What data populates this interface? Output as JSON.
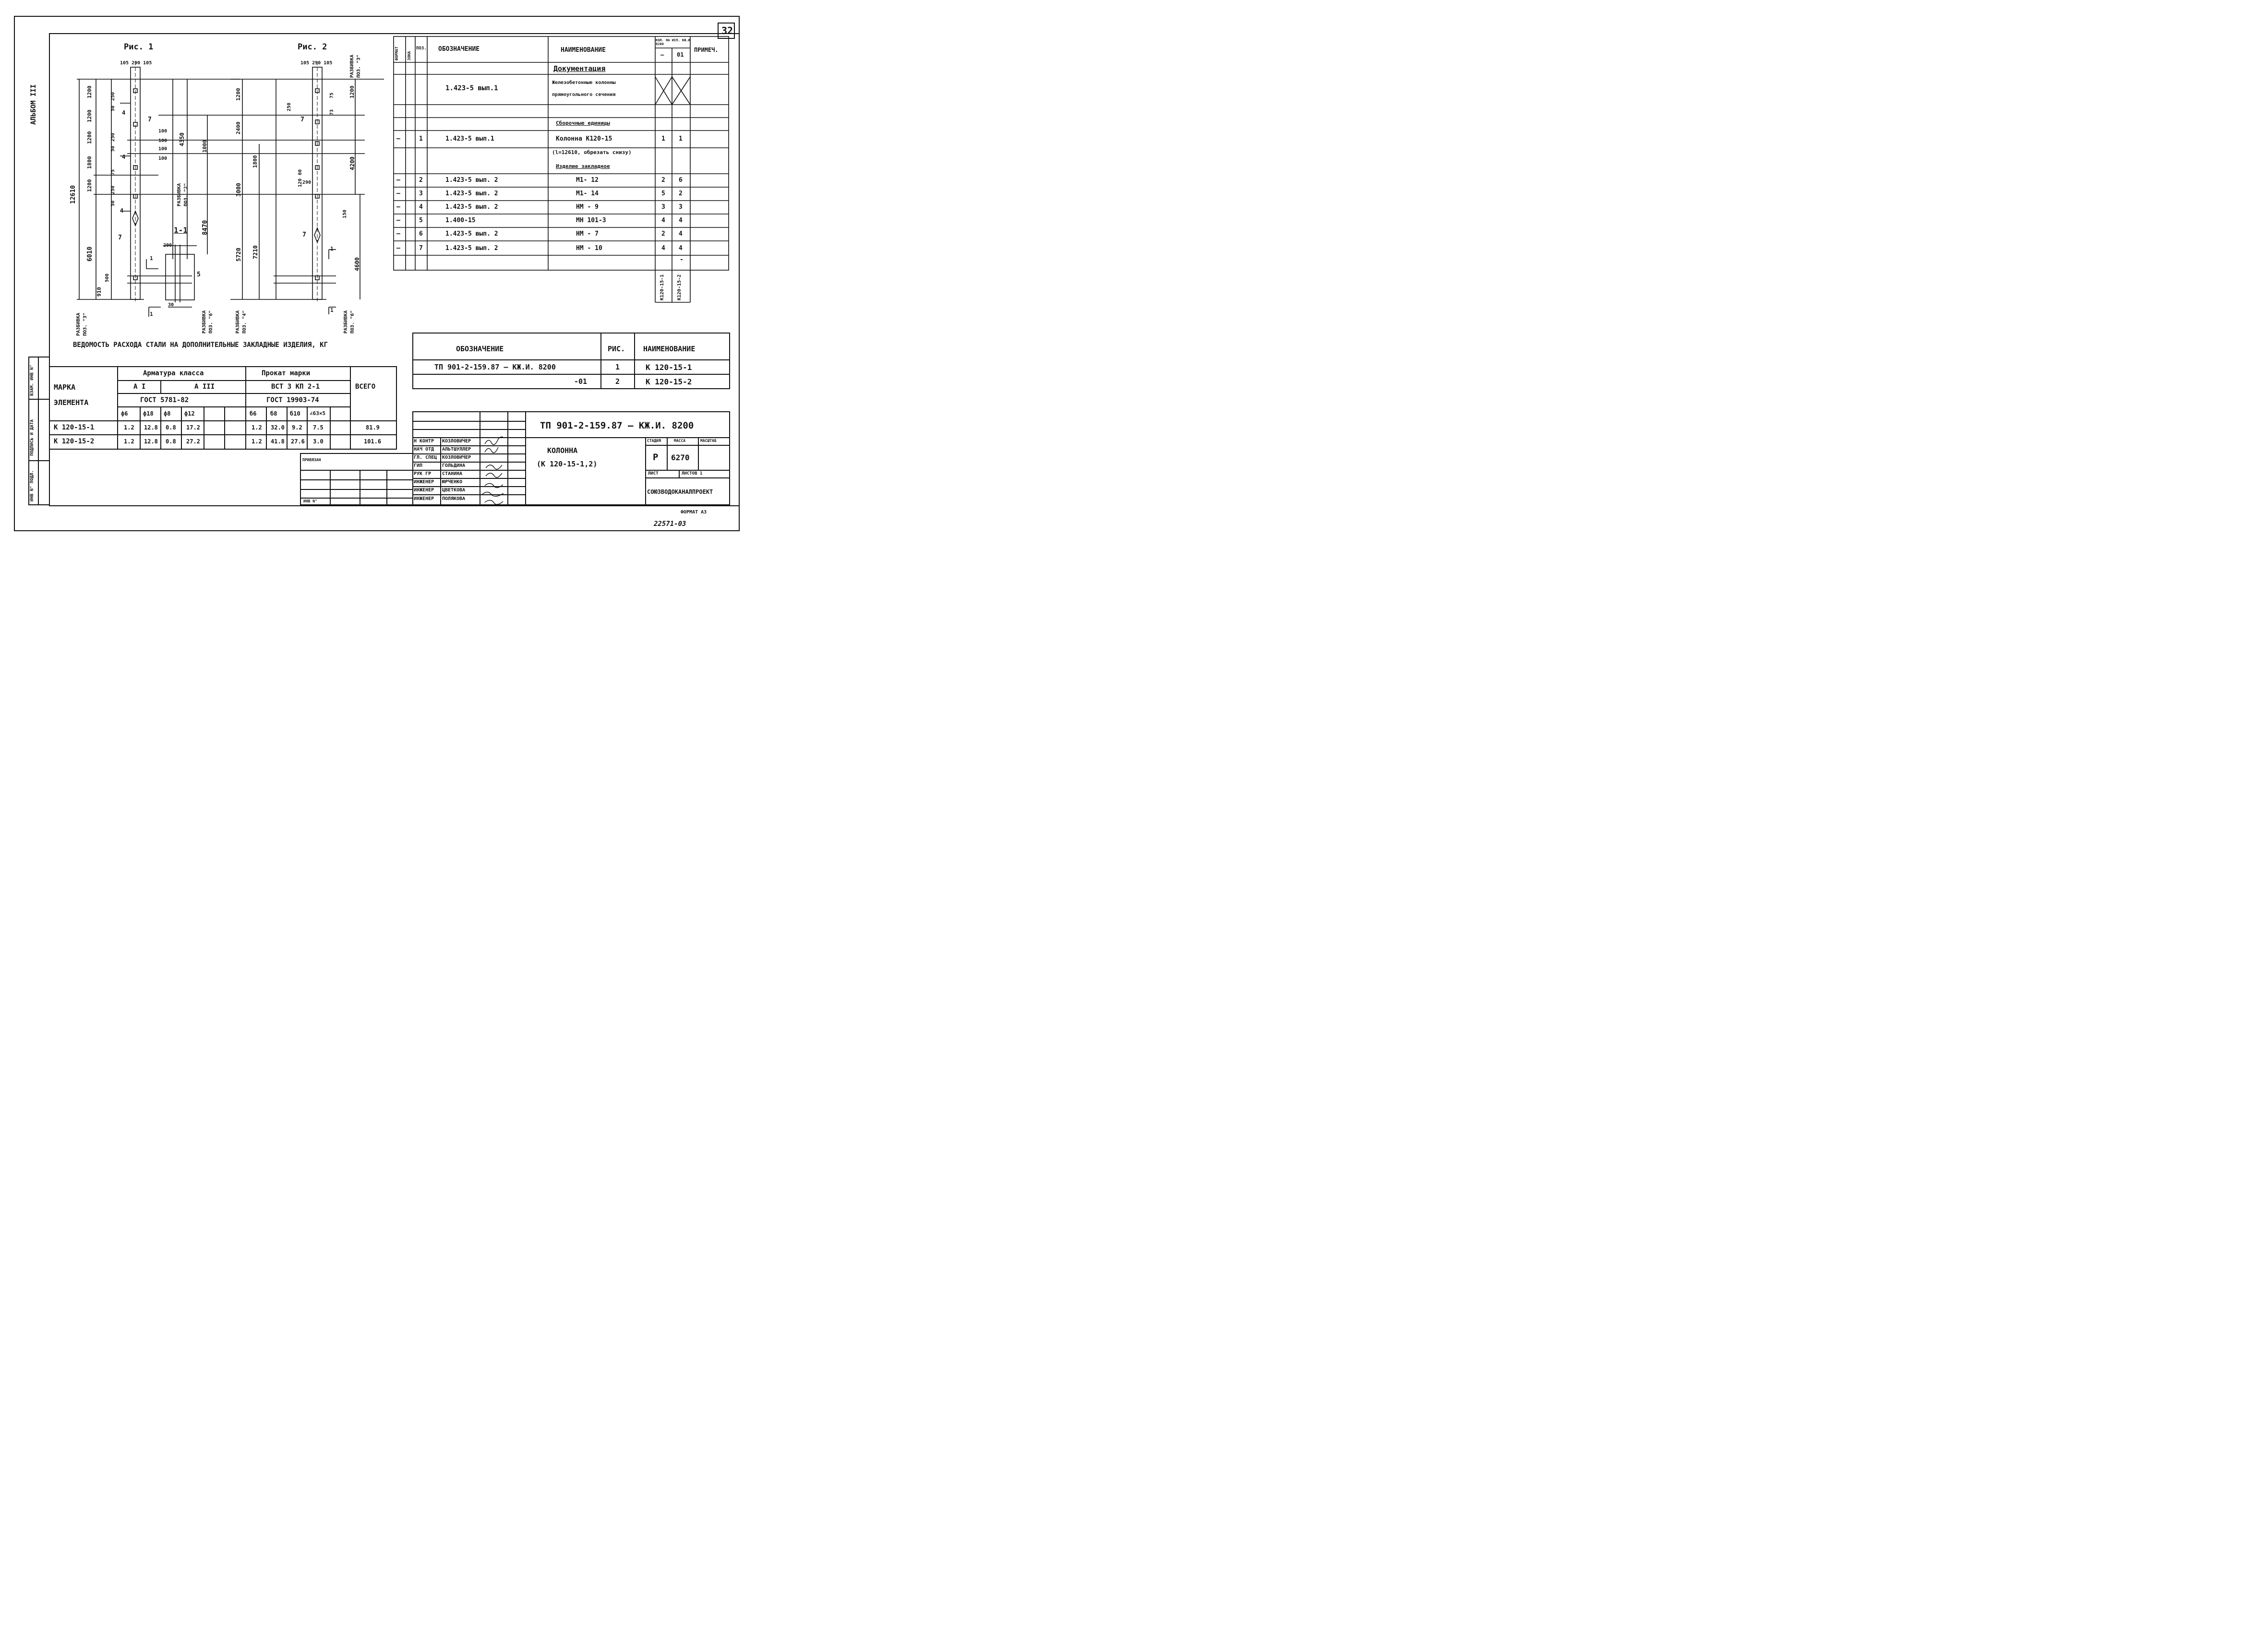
{
  "sheet_number": "32",
  "album_label": "АЛЬБОМ III",
  "figures": {
    "fig1_title": "Рис. 1",
    "fig2_title": "Рис. 2",
    "top_dims": "105 290 105",
    "total_length": "12610",
    "left_dims": [
      "1200",
      "1200",
      "1200",
      "1800",
      "1200",
      "6010",
      "910"
    ],
    "fig1_dims_mid": [
      "4350",
      "1000",
      "8470"
    ],
    "fig2_dims": [
      "1200",
      "2400",
      "3000",
      "5720",
      "7210",
      "1800",
      "4200",
      "4600",
      "1200"
    ],
    "small_dims": [
      "250",
      "50",
      "250",
      "50",
      "75",
      "250",
      "50",
      "500",
      "100",
      "100",
      "100",
      "100",
      "75",
      "73",
      "60",
      "120",
      "290",
      "150",
      "200",
      "30"
    ],
    "markers": [
      "7",
      "4",
      "5",
      "1",
      "1-1"
    ],
    "razbivka": "РАЗБИВКА",
    "poz_labels": [
      "ПОЗ. \"3\"",
      "ПОЗ. \"2\"",
      "ПОЗ. \"6\"",
      "ПОЗ. \"4\"",
      "ПОЗ. \"6\"",
      "ПОЗ. \"3\""
    ]
  },
  "steel_table": {
    "title": "ВЕДОМОСТЬ РАСХОДА СТАЛИ НА ДОПОЛНИТЕЛЬНЫЕ ЗАКЛАДНЫЕ ИЗДЕЛИЯ, КГ",
    "mark_header_1": "МАРКА",
    "mark_header_2": "ЭЛЕМЕНТА",
    "armatura": "Арматура класса",
    "a1": "А I",
    "a3": "А III",
    "gost1": "ГОСТ 5781-82",
    "prokat": "Прокат марки",
    "vst": "ВСТ 3 КП 2-1",
    "gost2": "ГОСТ 19903-74",
    "vsego": "ВСЕГО",
    "cols": [
      "ф6",
      "ф18",
      "ф8",
      "ф12",
      "",
      "",
      "б6",
      "б8",
      "б10",
      "∠63×5"
    ],
    "rows": [
      {
        "mark": "К 120-15-1",
        "values": [
          "1.2",
          "12.8",
          "0.8",
          "17.2",
          "",
          "",
          "1.2",
          "32.0",
          "9.2",
          "7.5"
        ],
        "total": "81.9"
      },
      {
        "mark": "К 120-15-2",
        "values": [
          "1.2",
          "12.8",
          "0.8",
          "27.2",
          "",
          "",
          "1.2",
          "41.8",
          "27.6",
          "3.0"
        ],
        "total": "101.6"
      }
    ]
  },
  "spec_table": {
    "headers": {
      "format": "ФОРМАТ",
      "zona": "ЗОНА",
      "poz": "ПОЗ.",
      "oboz": "ОБОЗНАЧЕНИЕ",
      "naim": "НАИМЕНОВАНИЕ",
      "kol": "КОЛ. НА ИСП. КЖ.И 8200",
      "kol_a": "—",
      "kol_b": "01",
      "prim": "ПРИМЕЧ."
    },
    "section_doc": "Документация",
    "doc_oboz": "1.423-5 вып.1",
    "doc_naim_1": "Железобетонные колонны",
    "doc_naim_2": "прямоугольного сечения",
    "section_units": "Сборочные единицы",
    "section_izd": "Изделие закладное",
    "rows": [
      {
        "fmt": "—",
        "poz": "1",
        "oboz": "1.423-5 вып.1",
        "naim": "Колонна К120-15",
        "naim2": "(l=12610, обрезать снизу)",
        "a": "1",
        "b": "1"
      },
      {
        "fmt": "—",
        "poz": "2",
        "oboz": "1.423-5 вып. 2",
        "naim": "М1- 12",
        "a": "2",
        "b": "6"
      },
      {
        "fmt": "—",
        "poz": "3",
        "oboz": "1.423-5 вып. 2",
        "naim": "М1- 14",
        "a": "5",
        "b": "2"
      },
      {
        "fmt": "—",
        "poz": "4",
        "oboz": "1.423-5 вып. 2",
        "naim": "НМ - 9",
        "a": "3",
        "b": "3"
      },
      {
        "fmt": "—",
        "poz": "5",
        "oboz": "1.400-15",
        "naim": "МН 101-3",
        "a": "4",
        "b": "4"
      },
      {
        "fmt": "—",
        "poz": "6",
        "oboz": "1.423-5 вып. 2",
        "naim": "НМ - 7",
        "a": "2",
        "b": "4"
      },
      {
        "fmt": "—",
        "poz": "7",
        "oboz": "1.423-5 вып. 2",
        "naim": "НМ - 10",
        "a": "4",
        "b": "4"
      }
    ],
    "extra_b": "-",
    "col_a_label": "К120-15-1",
    "col_b_label": "К120-15-2"
  },
  "ref_table": {
    "h_oboz": "ОБОЗНАЧЕНИЕ",
    "h_ris": "РИС.",
    "h_naim": "НАИМЕНОВАНИЕ",
    "rows": [
      {
        "oboz": "ТП 901-2-159.87 — КЖ.И. 8200",
        "ris": "1",
        "naim": "К 120-15-1"
      },
      {
        "oboz": "-01",
        "ris": "2",
        "naim": "К 120-15-2"
      }
    ]
  },
  "title_block": {
    "code": "ТП 901-2-159.87 — КЖ.И. 8200",
    "name_1": "КОЛОННА",
    "name_2": "(К 120-15-1,2)",
    "stadiya_h": "СТАДИЯ",
    "massa_h": "МАССА",
    "masshtab_h": "МАСШТАБ",
    "stadiya": "Р",
    "massa": "6270",
    "list_h": "ЛИСТ",
    "listov_h": "ЛИСТОВ 1",
    "org": "СОЮЗВОДОКАНАЛПРОЕКТ",
    "format": "ФОРМАТ А3",
    "doc_no": "22571-03",
    "privyazan": "ПРИВЯЗАН",
    "inv_no": "ИНВ N°",
    "signers": [
      {
        "role": "Н КОНТР",
        "name": "КОЗЛОВИЧЕР"
      },
      {
        "role": "НАЧ ОТД",
        "name": "АЛЬТШУЛЛЕР"
      },
      {
        "role": "ГЛ. СПЕЦ",
        "name": "КОЗЛОВИЧЕР"
      },
      {
        "role": "ГИП",
        "name": "ГОЛЬДИНА"
      },
      {
        "role": "РУК ГР",
        "name": "СТАНИНА"
      },
      {
        "role": "ИНЖЕНЕР",
        "name": "ЮРЧЕНКО"
      },
      {
        "role": "ИНЖЕНЕР",
        "name": "ЦВЕТКОВА"
      },
      {
        "role": "ИНЖЕНЕР",
        "name": "ПОЛЯКОВА"
      }
    ],
    "side_labels": [
      "ВЗАМ. ИНВ N°",
      "ПОДПИСЬ И ДАТА",
      "ИНВ N° ПОДЛ."
    ]
  }
}
